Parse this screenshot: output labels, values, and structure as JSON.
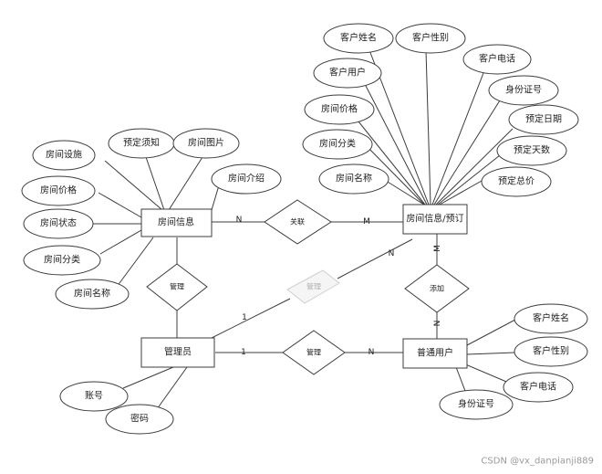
{
  "entities": {
    "room_info": "房间信息",
    "room_booking": "房间信息/预订",
    "admin": "管理员",
    "user": "普通用户"
  },
  "relationships": {
    "link": "关联",
    "manage_room": "管理",
    "manage_booking": "管理",
    "manage_user": "管理",
    "add": "添加"
  },
  "room_info_attrs": [
    "房间设施",
    "预定须知",
    "房间图片",
    "房间介绍",
    "房间价格",
    "房间状态",
    "房间分类",
    "房间名称"
  ],
  "booking_attrs": [
    "客户姓名",
    "客户性别",
    "客户用户",
    "客户电话",
    "身份证号",
    "房间价格",
    "预定日期",
    "房间分类",
    "预定天数",
    "房间名称",
    "预定总价"
  ],
  "admin_attrs": [
    "账号",
    "密码"
  ],
  "user_attrs": [
    "客户姓名",
    "客户性别",
    "客户电话",
    "身份证号"
  ],
  "cardinalities": {
    "link_left": "N",
    "link_right": "M",
    "booking_top": "N",
    "admin_diag": "1",
    "admin_bottom": "1",
    "user_left": "N",
    "booking_bottom": "M",
    "user_top": "N"
  },
  "watermark": "CSDN @vx_danpianji889"
}
